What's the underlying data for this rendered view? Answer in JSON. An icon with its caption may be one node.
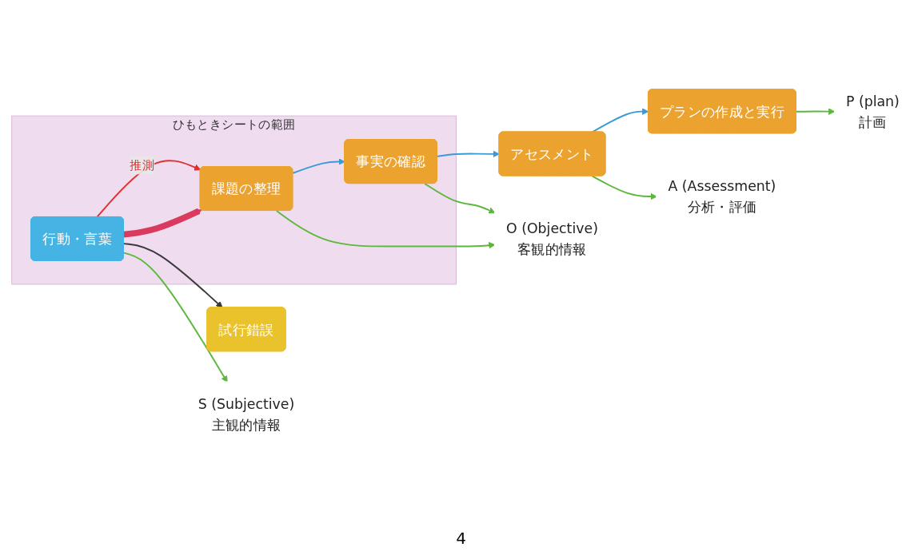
{
  "diagram": {
    "nodes": [
      {
        "text": [
          "ひもときシートの範囲"
        ]
      },
      {
        "text": [
          "行動・言葉"
        ],
        "in": 0
      },
      {
        "text": [
          "課題の整理"
        ],
        "in": 0
      },
      {
        "text": [
          "事実の確認"
        ],
        "in": 0
      },
      {
        "text": [
          "試行錯誤"
        ]
      },
      {
        "text": [
          "アセスメント"
        ]
      },
      {
        "text": [
          "プランの作成と実行"
        ]
      },
      {
        "text": [
          "S (Subjective)",
          "主観的情報"
        ]
      },
      {
        "text": [
          "O (Objective)",
          "客観的情報"
        ]
      },
      {
        "text": [
          "A (Assessment)",
          "分析・評価"
        ]
      },
      {
        "text": [
          "P (plan)",
          "計画"
        ]
      }
    ],
    "edges": [
      {
        "from": 1,
        "to": 2,
        "arrow": "to",
        "style": "thick",
        "color": "#d93a5e"
      },
      {
        "from": 1,
        "to": 4,
        "arrow": "to",
        "color": "#3a3a3a"
      },
      {
        "from": 1,
        "to": 2,
        "label": "推測",
        "arrow": "to",
        "color": "#e03030"
      },
      {
        "from": 2,
        "to": 3,
        "arrow": "to",
        "color": "#3a9ad6"
      },
      {
        "from": 3,
        "to": 5,
        "arrow": "to",
        "color": "#3a9ad6"
      },
      {
        "from": 5,
        "to": 6,
        "arrow": "to",
        "color": "#3a9ad6"
      },
      {
        "from": 1,
        "to": 7,
        "arrow": "to"
      },
      {
        "from": 2,
        "to": 8,
        "arrow": "to"
      },
      {
        "from": 3,
        "to": 8,
        "arrow": "to"
      },
      {
        "from": 5,
        "to": 9,
        "arrow": "to"
      },
      {
        "from": 6,
        "to": 10,
        "arrow": "to"
      }
    ],
    "labels": [
      "4"
    ]
  }
}
